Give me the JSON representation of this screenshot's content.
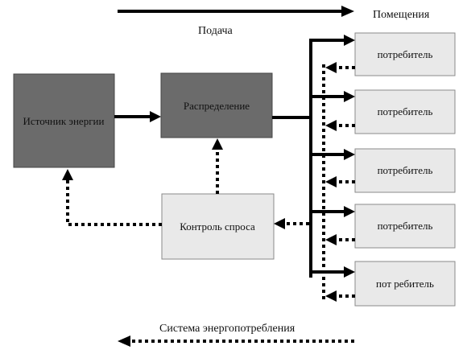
{
  "diagram": {
    "legend_top": "Подача",
    "rooms_label": "Помещения",
    "legend_bottom": "Система энергопотребления",
    "source": "Источник энергии",
    "distribution": "Распределение",
    "demand_control": "Контроль спроса",
    "consumers": [
      "потребитель",
      "потребитель",
      "потребитель",
      "потребитель",
      "пот ребитель"
    ]
  },
  "colors": {
    "dark_box": "#6b6b6b",
    "light_box": "#e9e9e9",
    "line": "#000000"
  }
}
